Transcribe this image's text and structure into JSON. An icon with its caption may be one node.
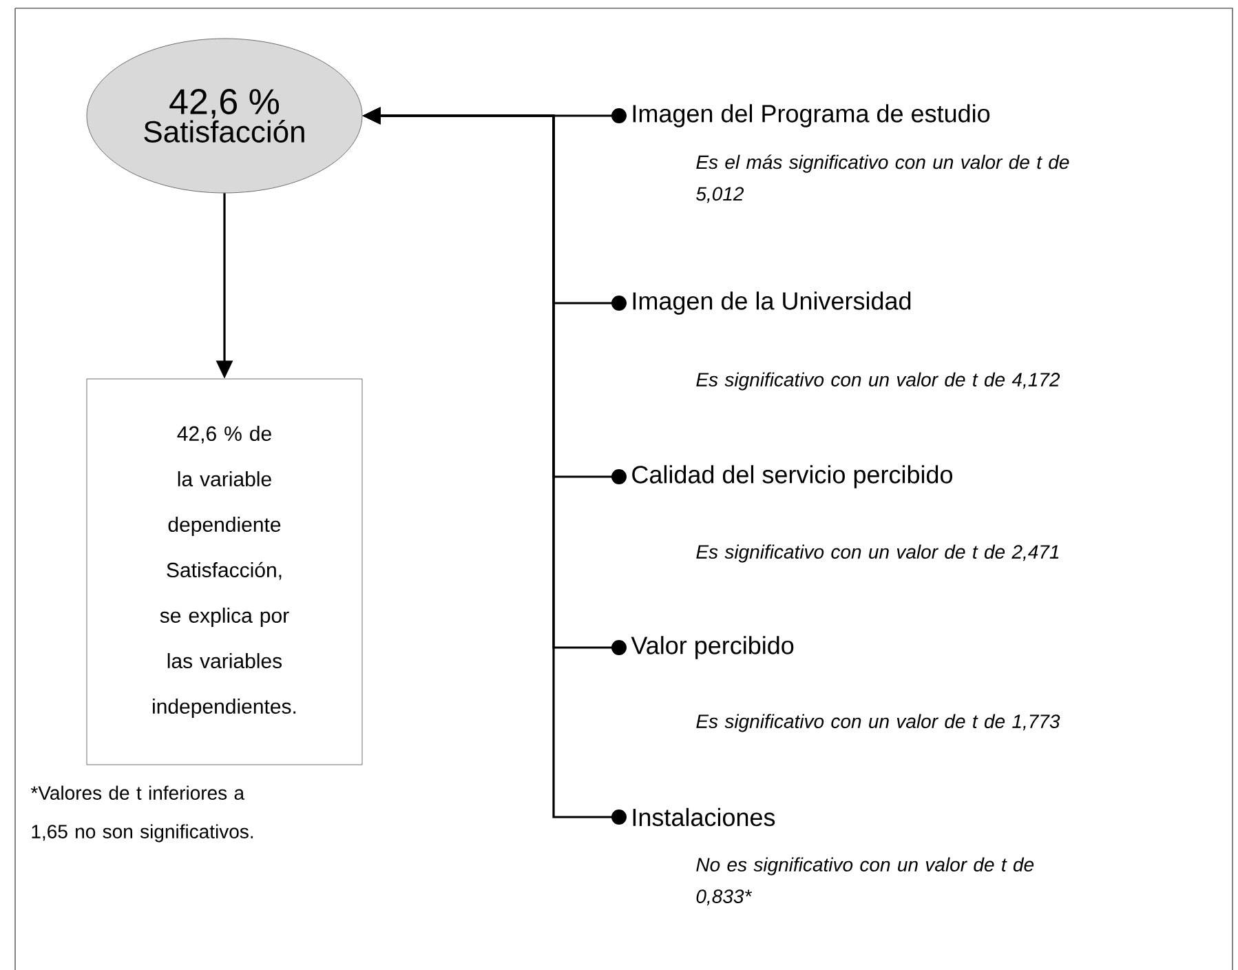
{
  "diagram": {
    "nodes": [
      {
        "text": [
          "42,6 %",
          "Satisfacción"
        ]
      },
      {
        "text": [
          "42,6 % de la variable dependiente Satisfacción, se explica por las variables independientes."
        ]
      },
      {
        "text": [
          "Imagen del Programa de estudio"
        ],
        "beside": [
          "Es el más significativo con un valor de t de 5,012"
        ]
      },
      {
        "text": [
          "Imagen de la Universidad"
        ],
        "beside": [
          "Es significativo con un valor de t de 4,172"
        ]
      },
      {
        "text": [
          "Calidad del servicio percibido"
        ],
        "beside": [
          "Es significativo con un valor de t de 2,471"
        ]
      },
      {
        "text": [
          "Valor percibido"
        ],
        "beside": [
          "Es significativo con un valor de t de 1,773"
        ]
      },
      {
        "text": [
          "Instalaciones"
        ],
        "beside": [
          "No es significativo con un valor de t de 0,833*"
        ]
      }
    ],
    "edges": [
      {
        "from": 0,
        "to": 1,
        "arrow": "to"
      },
      {
        "from": 2,
        "to": 0,
        "arrow": "to"
      },
      {
        "from": 3,
        "to": 0,
        "arrow": "to"
      },
      {
        "from": 4,
        "to": 0,
        "arrow": "to"
      },
      {
        "from": 5,
        "to": 0,
        "arrow": "to"
      },
      {
        "from": 6,
        "to": 0,
        "arrow": "to"
      }
    ],
    "labels": [
      "*Valores de t inferiores a 1,65 no son significativos."
    ]
  }
}
